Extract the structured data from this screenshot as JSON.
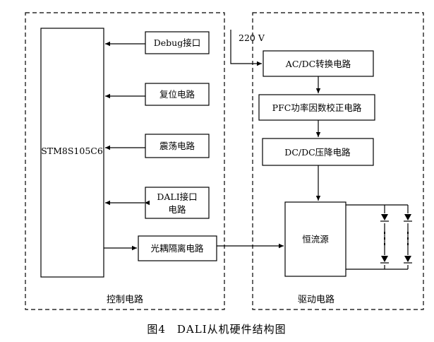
{
  "regions": {
    "control": "控制电路",
    "drive": "驱动电路"
  },
  "mcu": "STM8S105C6",
  "control_blocks": {
    "debug": "Debug接口",
    "reset": "复位电路",
    "oscillator": "震荡电路",
    "dali_line1": "DALI接口",
    "dali_line2": "电路",
    "optocoupler": "光耦隔离电路"
  },
  "input_label": "220 V",
  "drive_blocks": {
    "acdc": "AC/DC转换电路",
    "pfc": "PFC功率因数校正电路",
    "dcdc": "DC/DC压降电路",
    "constant_current": "恒流源"
  },
  "caption": "图4　DALI从机硬件结构图"
}
